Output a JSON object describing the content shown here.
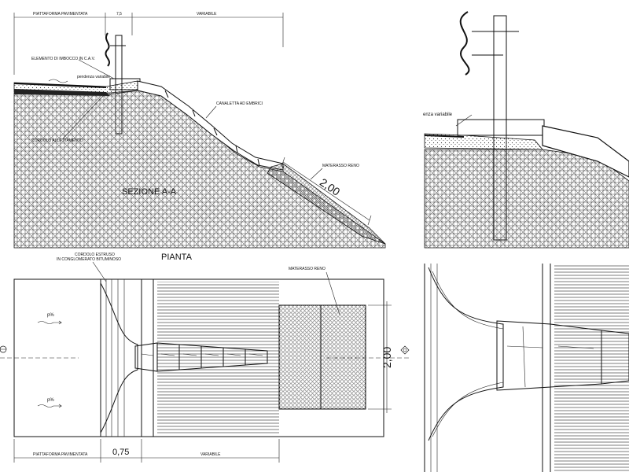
{
  "section": {
    "top_dims": [
      "PIATTAFORMA PAVIMENTATA",
      "7,5",
      "VARIABILE"
    ],
    "label_imbocco": "ELEMENTO DI IMBOCCO IN C.A.V.",
    "label_pendenza": "pendenza variabile",
    "label_cordolo": "CORDOLO ALLETTAMENTO",
    "label_canaletta": "CANALETTA AD EMBRICI",
    "label_materasso": "MATERASSO RENO",
    "dim_slope": "2,00",
    "title": "SEZIONE A-A"
  },
  "detail_section": {
    "label_pendenza": "enza variabile"
  },
  "plan": {
    "title": "PIANTA",
    "label_cordolo_1": "CORDOLO ESTRUSO",
    "label_cordolo_2": "IN CONGLOMERATO BITUMINOSO",
    "label_materasso": "MATERASSO RENO",
    "slope_top": "p%",
    "slope_bottom": "p%",
    "dim_width": "2,00",
    "bottom_dims": [
      "PIATTAFORMA PAVIMENTATA",
      "0,75",
      "VARIABILE"
    ]
  }
}
